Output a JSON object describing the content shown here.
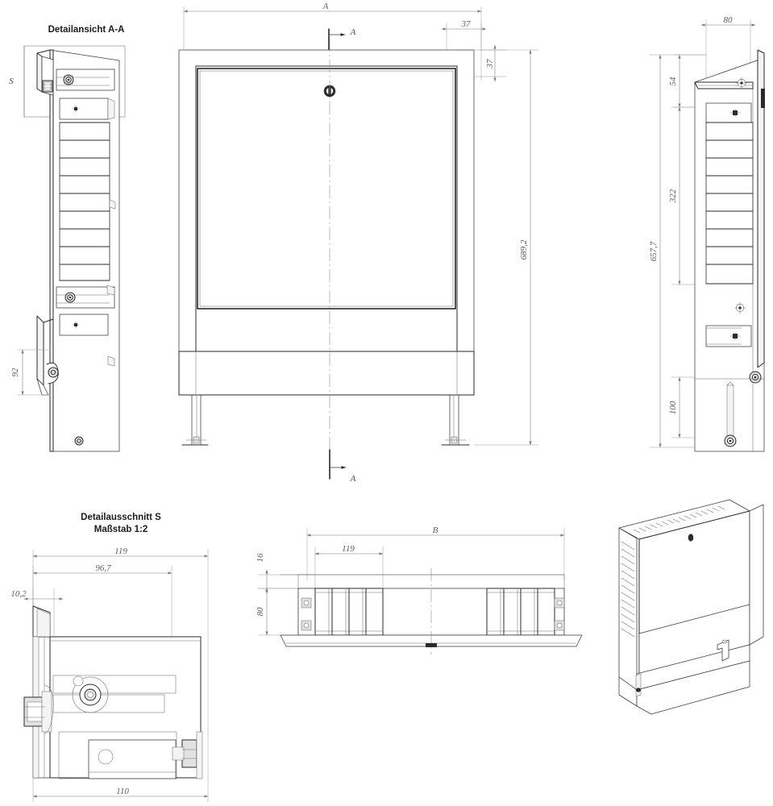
{
  "drawing": {
    "type": "technical-engineering-drawing",
    "subject": "Verteilerschrank / manifold cabinet",
    "units": "mm",
    "background_color": "#ffffff",
    "line_color": "#1b1b1b",
    "dimension_color": "#7a7a7a",
    "text_color": "#1b1b1b"
  },
  "views": {
    "detail_a_a": {
      "title": "Detailansicht A-A",
      "section_marker": "S"
    },
    "detail_s": {
      "title": "Detailausschnitt S",
      "subtitle": "Maßstab 1:2",
      "dimensions": {
        "overall_width": "119",
        "inner_width": "96,7",
        "offset_left": "10,2",
        "bottom_width": "110"
      }
    },
    "front_view": {
      "section_label_top": "A",
      "section_label_bottom": "A",
      "dimensions": {
        "overall_width": "A",
        "frame_offset_horizontal": "37",
        "frame_offset_vertical": "37",
        "overall_height": "689,2"
      },
      "features": {
        "lock": "lock-icon"
      }
    },
    "side_view": {
      "dimensions": {
        "depth": "80",
        "top_offset": "54",
        "inner_height": "322",
        "overall_height": "657,7",
        "foot_travel": "100"
      }
    },
    "left_view": {
      "dimensions": {
        "detail_height": "92"
      }
    },
    "top_view": {
      "dimensions": {
        "overall_width": "B",
        "vent_width": "119",
        "lip_depth": "16",
        "body_depth": "80"
      }
    },
    "isometric_view": {
      "label": ""
    }
  },
  "labels": {
    "detail_view_a_a": "Detailansicht A-A",
    "detail_cutout_s": "Detailausschnitt S",
    "scale": "Maßstab 1:2",
    "marker_s": "S",
    "marker_a": "A",
    "marker_b": "B",
    "dim_37_a": "37",
    "dim_37_b": "37",
    "dim_689_2": "689,2",
    "dim_80_side": "80",
    "dim_54": "54",
    "dim_322": "322",
    "dim_657_7": "657,7",
    "dim_100": "100",
    "dim_92": "92",
    "dim_119_detail": "119",
    "dim_96_7": "96,7",
    "dim_10_2": "10,2",
    "dim_110": "110",
    "dim_16": "16",
    "dim_80_top": "80",
    "dim_119_top": "119",
    "marker_a_section_top": "A",
    "marker_a_section_bottom": "A"
  }
}
